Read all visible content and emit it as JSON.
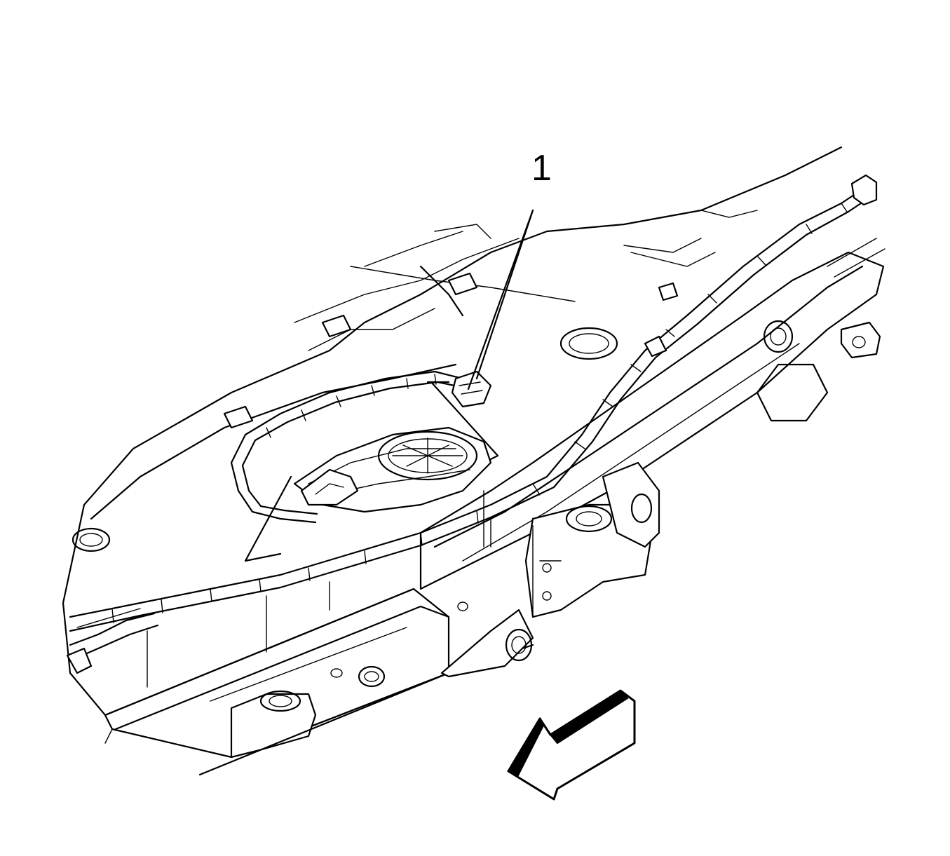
{
  "callouts": [
    {
      "id": "1",
      "label": "1"
    }
  ],
  "arrow": {
    "direction": "down-left",
    "meaning": "front-of-vehicle"
  },
  "colors": {
    "line": "#000000",
    "background": "#ffffff"
  }
}
